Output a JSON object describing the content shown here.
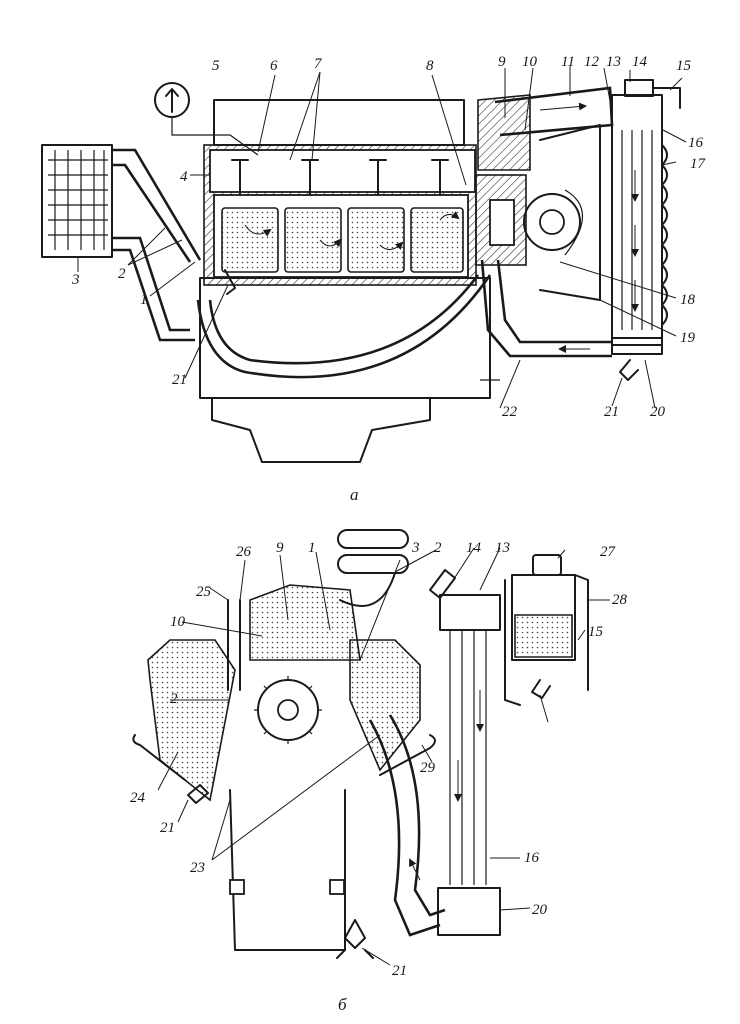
{
  "figure": {
    "captions": {
      "top": "а",
      "bottom": "б"
    },
    "labels_top": [
      "1",
      "2",
      "3",
      "4",
      "5",
      "6",
      "7",
      "8",
      "9",
      "10",
      "11",
      "12",
      "13",
      "14",
      "15",
      "16",
      "17",
      "18",
      "19",
      "20",
      "21",
      "21",
      "22"
    ],
    "labels_bottom": [
      "1",
      "2",
      "2",
      "3",
      "9",
      "10",
      "13",
      "14",
      "15",
      "16",
      "20",
      "21",
      "21",
      "23",
      "24",
      "25",
      "26",
      "27",
      "28",
      "29"
    ]
  }
}
